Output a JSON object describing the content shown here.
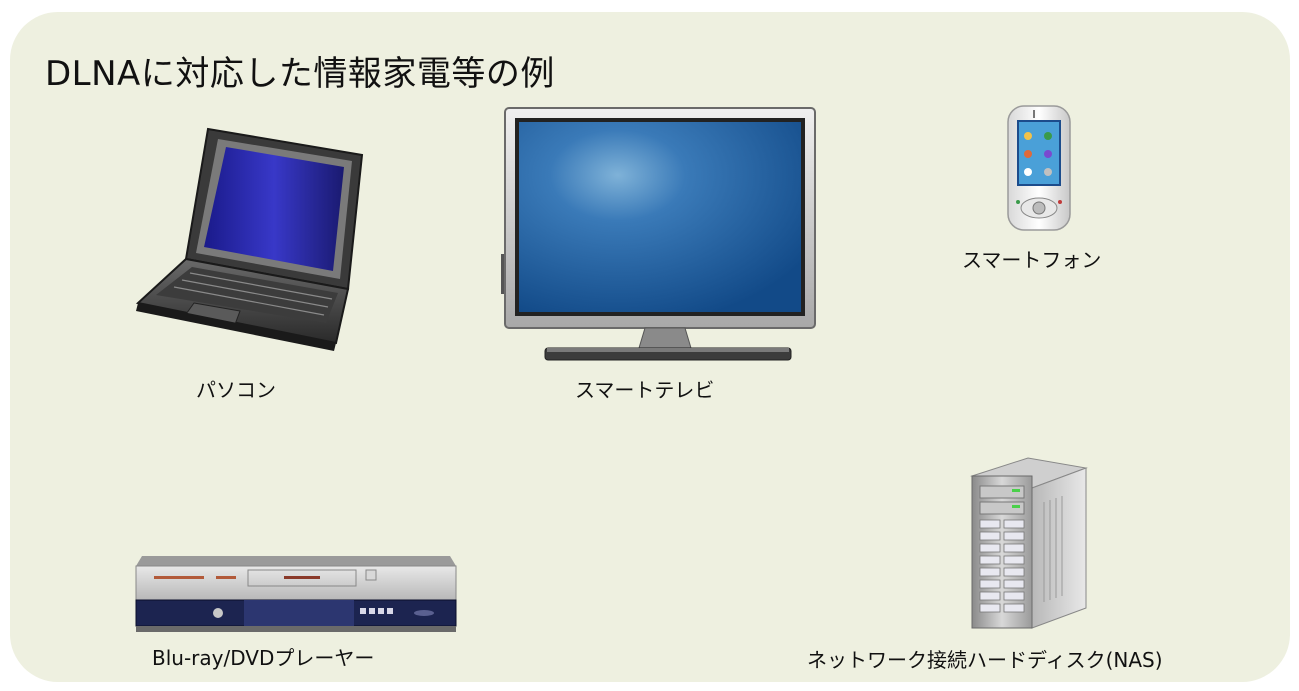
{
  "title": "DLNAに対応した情報家電等の例",
  "devices": {
    "pc": {
      "label": "パソコン",
      "icon": "laptop-icon"
    },
    "tv": {
      "label": "スマートテレビ",
      "icon": "flat-tv-icon"
    },
    "phone": {
      "label": "スマートフォン",
      "icon": "smartphone-icon"
    },
    "player": {
      "label": "Blu-ray/DVDプレーヤー",
      "icon": "bluray-player-icon"
    },
    "nas": {
      "label": "ネットワーク接続ハードディスク(NAS)",
      "icon": "server-tower-icon"
    }
  },
  "colors": {
    "panel_bg": "#eef0e0",
    "screen_blue": "#2a6aa8"
  }
}
